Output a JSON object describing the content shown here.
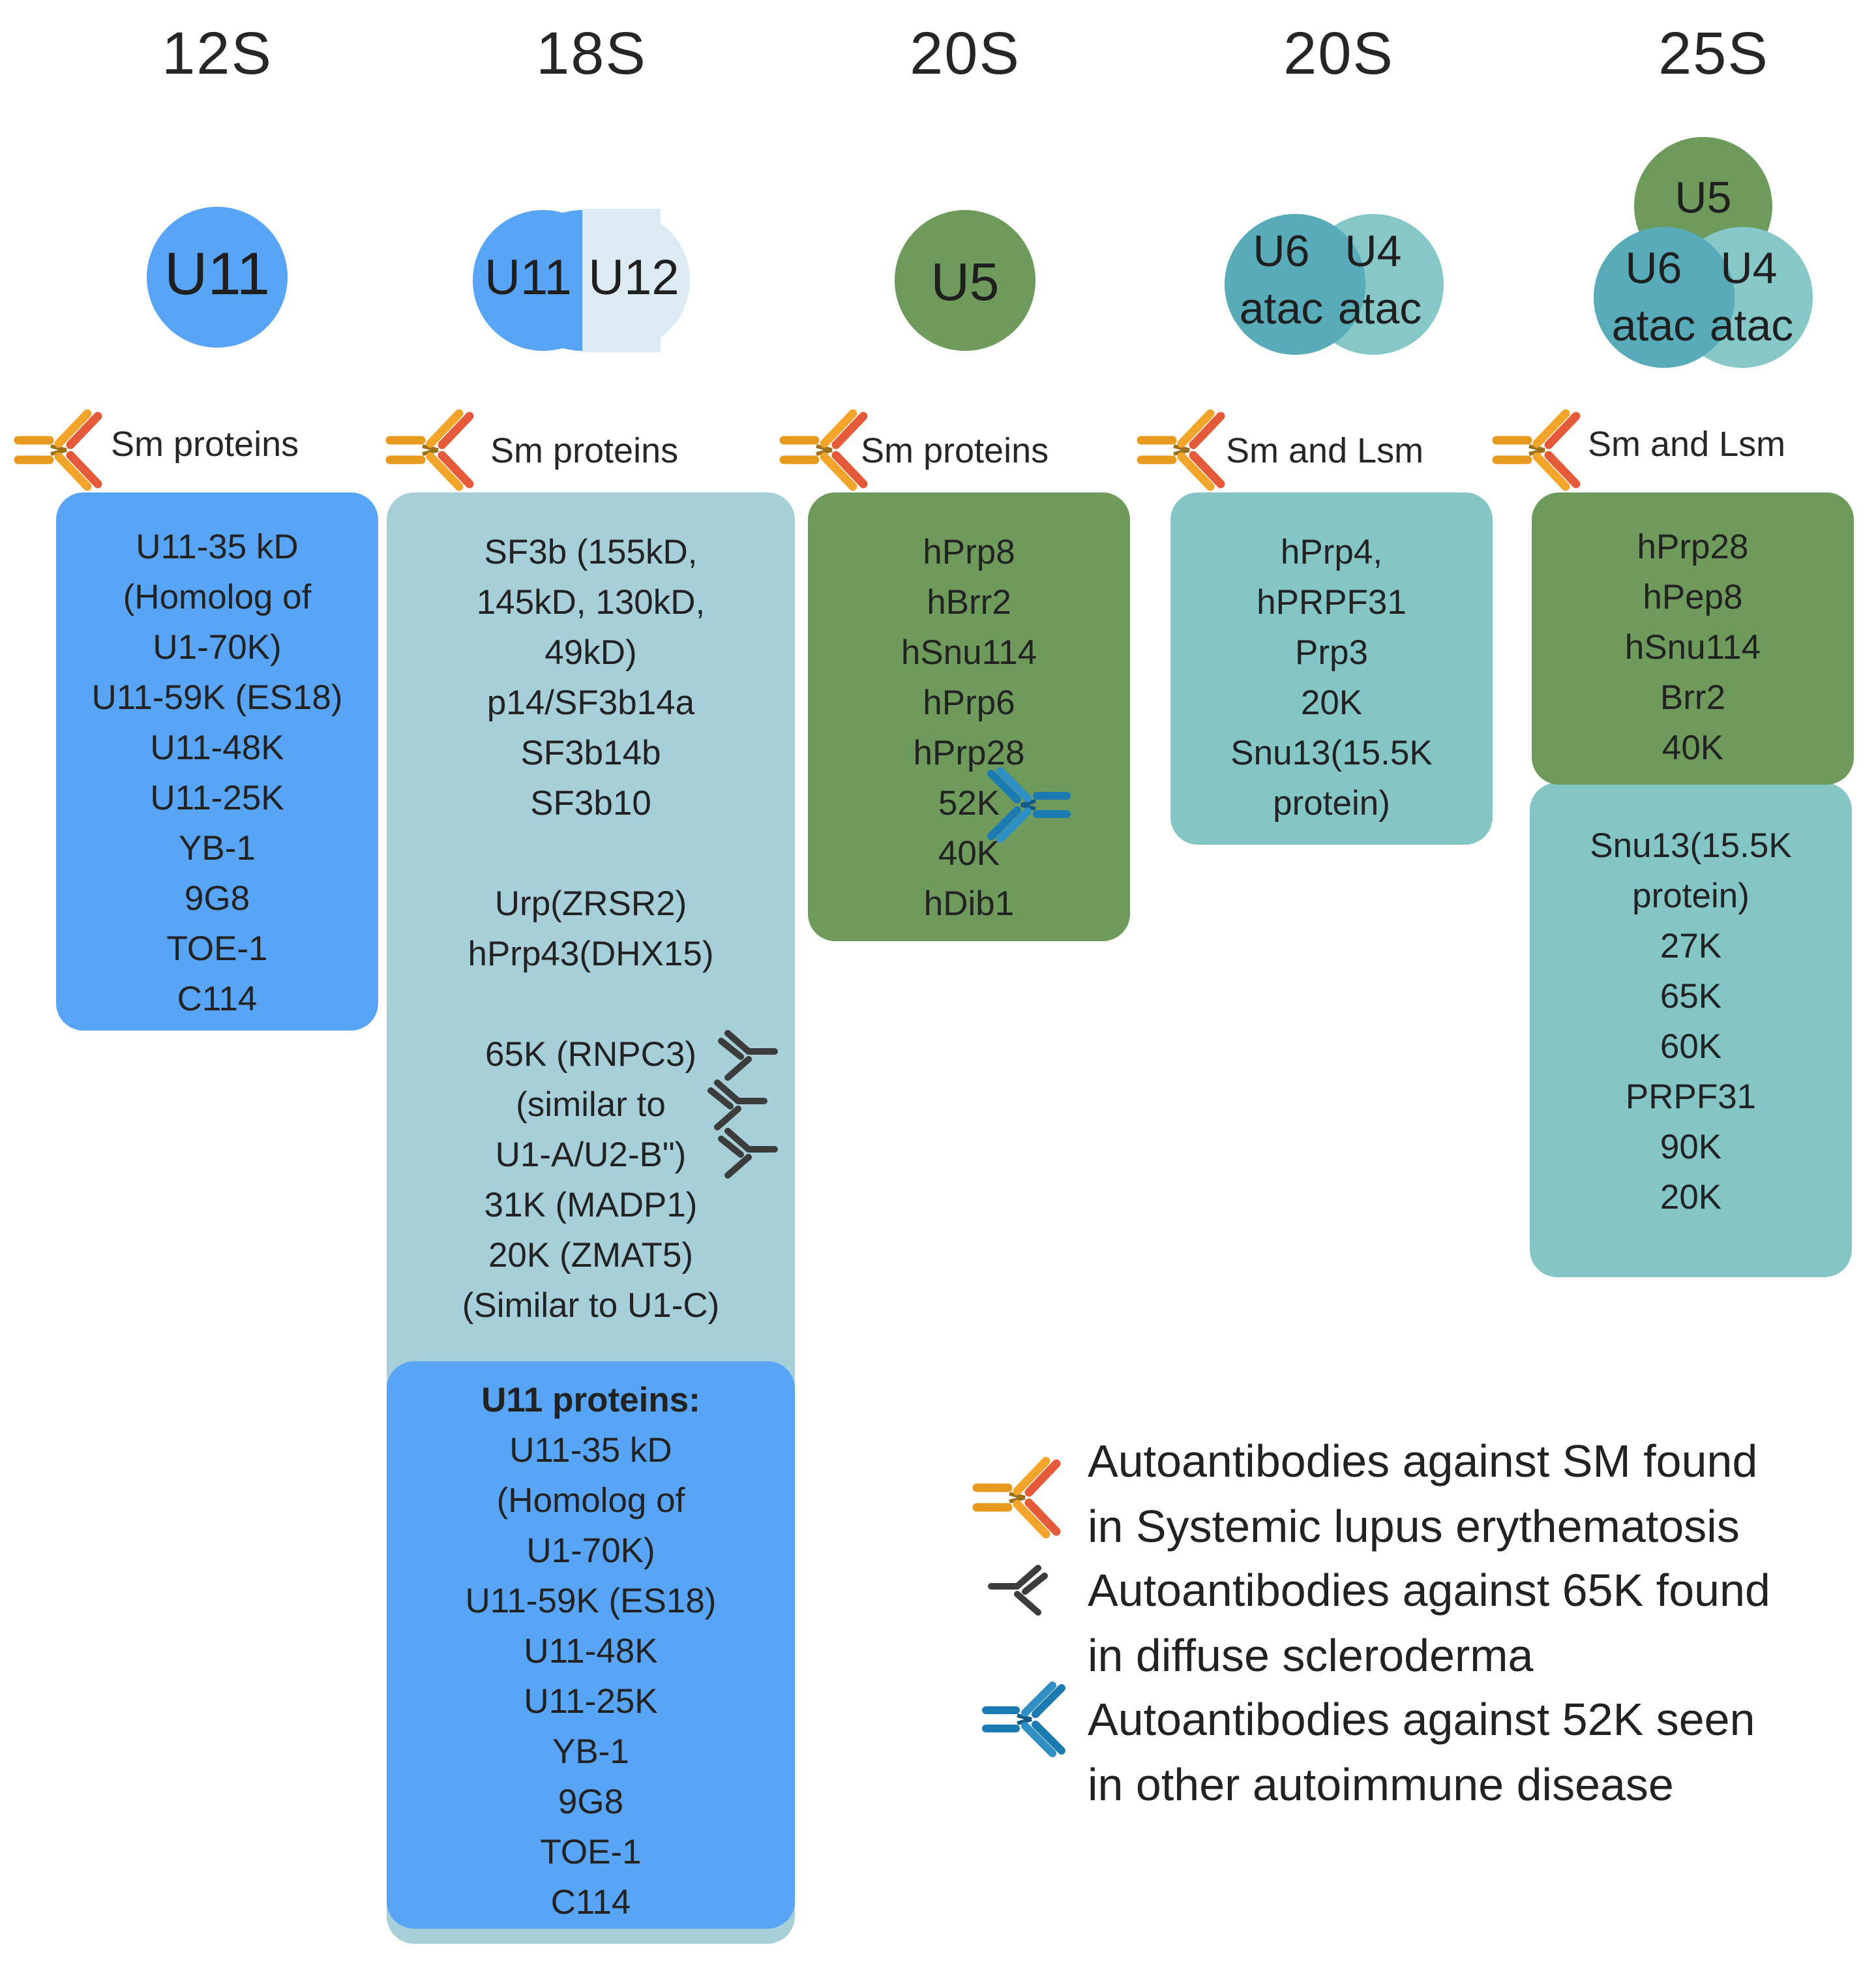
{
  "columns": [
    {
      "sedimentation": "12S",
      "circle_labels": [
        "U11"
      ],
      "antibody_label": "Sm proteins",
      "proteins": [
        "U11-35 kD",
        "(Homolog of",
        "U1-70K)",
        "U11-59K (ES18)",
        "U11-48K",
        "U11-25K",
        "YB-1",
        "9G8",
        "TOE-1",
        "C114"
      ]
    },
    {
      "sedimentation": "18S",
      "circle_labels": [
        "U11",
        "U12"
      ],
      "antibody_label": "Sm proteins",
      "proteins_group_1": [
        "SF3b (155kD,",
        "145kD, 130kD,",
        "49kD)",
        "p14/SF3b14a",
        "SF3b14b",
        "SF3b10"
      ],
      "proteins_group_2": [
        "Urp(ZRSR2)",
        "hPrp43(DHX15)"
      ],
      "proteins_group_3": [
        "65K (RNPC3)",
        "(similar to",
        "U1-A/U2-B\")",
        "31K (MADP1)",
        "20K (ZMAT5)",
        "(Similar to U1-C)"
      ],
      "u11_header": "U11 proteins:",
      "u11_proteins": [
        "U11-35 kD",
        "(Homolog of",
        "U1-70K)",
        "U11-59K (ES18)",
        "U11-48K",
        "U11-25K",
        "YB-1",
        "9G8",
        "TOE-1",
        "C114"
      ]
    },
    {
      "sedimentation": "20S",
      "circle_labels": [
        "U5"
      ],
      "antibody_label": "Sm proteins",
      "proteins": [
        "hPrp8",
        "hBrr2",
        "hSnu114",
        "hPrp6",
        "hPrp28",
        "52K",
        "40K",
        "hDib1"
      ]
    },
    {
      "sedimentation": "20S",
      "circle_labels": [
        "U6",
        "atac",
        "U4",
        "atac"
      ],
      "antibody_label": "Sm and Lsm",
      "proteins": [
        "hPrp4,",
        "hPRPF31",
        "Prp3",
        "20K",
        "Snu13(15.5K",
        "protein)"
      ]
    },
    {
      "sedimentation": "25S",
      "circle_labels": [
        "U5",
        "U6",
        "atac",
        "U4",
        "atac"
      ],
      "antibody_label": "Sm and Lsm",
      "proteins_u5": [
        "hPrp28",
        "hPep8",
        "hSnu114",
        "Brr2",
        "40K"
      ],
      "proteins_u4u6": [
        "Snu13(15.5K",
        "protein)",
        "27K",
        "65K",
        "60K",
        "PRPF31",
        "90K",
        "20K"
      ]
    }
  ],
  "legend": [
    {
      "icon": "orange-antibody",
      "lines": [
        "Autoantibodies against SM found",
        "in Systemic lupus erythematosis"
      ]
    },
    {
      "icon": "gray-antibody",
      "lines": [
        "Autoantibodies against 65K found",
        "in diffuse scleroderma"
      ]
    },
    {
      "icon": "blue-antibody",
      "lines": [
        "Autoantibodies against 52K seen",
        "in other autoimmune disease"
      ]
    }
  ],
  "colors": {
    "u11_blue": "#58A4F7",
    "u12_pale": "#DCEBF3",
    "u5_green": "#6E9A5C",
    "u6_teal": "#58ABB8",
    "u4_teal": "#86C8C8",
    "box_18s": "#A7CFD9",
    "box_u5": "#6E9A5C",
    "box_u4u6": "#84C5C6",
    "antibody_orange": "#F2A52A",
    "antibody_gray": "#3C3C3C",
    "antibody_blue": "#1C7AB2"
  }
}
